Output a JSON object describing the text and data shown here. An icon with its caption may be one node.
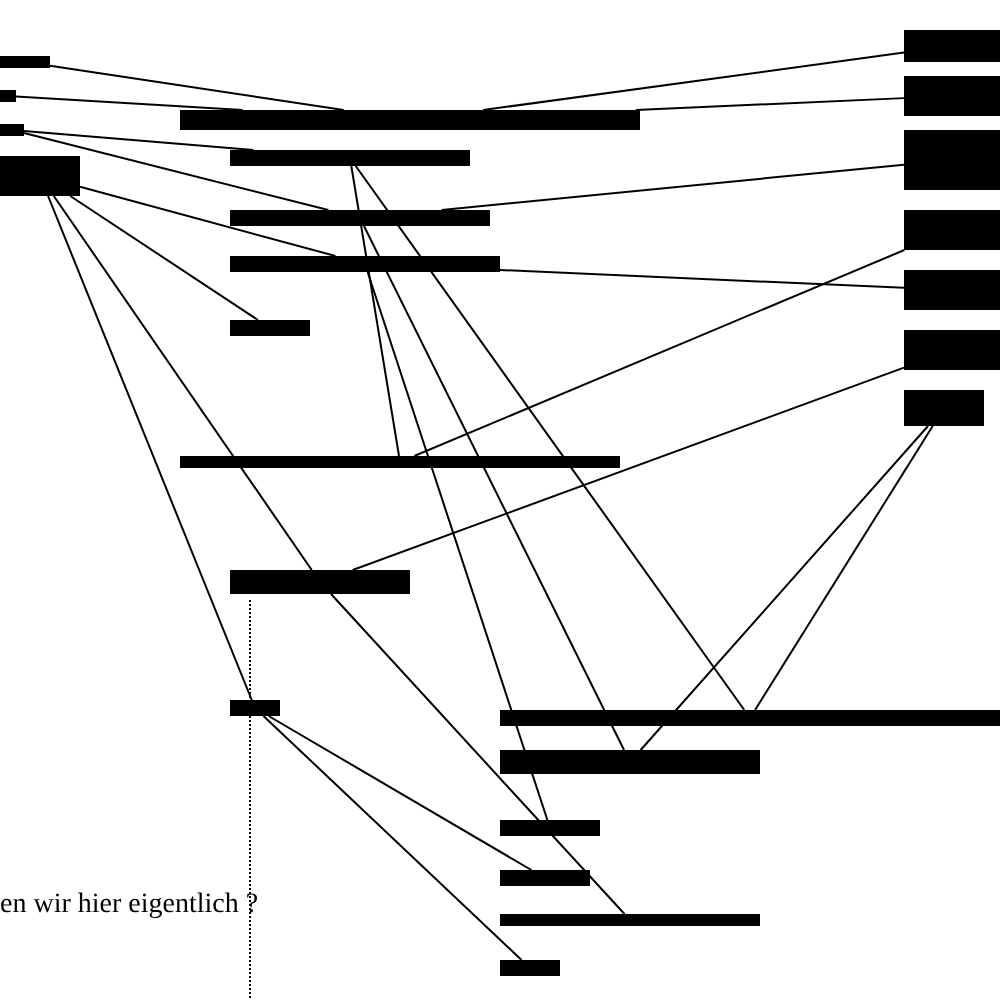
{
  "diagram": {
    "nodes": [
      {
        "text": [],
        "shape": "bar"
      },
      {
        "text": [],
        "shape": "bar"
      },
      {
        "text": [],
        "shape": "bar"
      },
      {
        "text": [],
        "shape": "bar"
      },
      {
        "text": [],
        "shape": "bar"
      },
      {
        "text": [],
        "shape": "bar"
      },
      {
        "text": [],
        "shape": "bar"
      },
      {
        "text": [],
        "shape": "bar"
      },
      {
        "text": [],
        "shape": "bar"
      },
      {
        "text": [],
        "shape": "bar"
      },
      {
        "text": [],
        "shape": "bar"
      },
      {
        "text": [],
        "shape": "bar"
      },
      {
        "text": [],
        "shape": "bar"
      },
      {
        "text": [],
        "shape": "bar"
      },
      {
        "text": [],
        "shape": "bar"
      },
      {
        "text": [],
        "shape": "bar"
      },
      {
        "text": [],
        "shape": "bar"
      },
      {
        "text": [],
        "shape": "bar"
      },
      {
        "text": [],
        "shape": "bar"
      },
      {
        "text": [],
        "shape": "bar"
      },
      {
        "text": [],
        "shape": "bar"
      },
      {
        "text": [],
        "shape": "bar"
      },
      {
        "text": [],
        "shape": "bar"
      },
      {
        "text": [],
        "shape": "bar"
      },
      {
        "text": [],
        "shape": "bar"
      }
    ],
    "edges": [
      {
        "from": 1,
        "to": 4,
        "arrow": "none"
      },
      {
        "from": 0,
        "to": 4,
        "arrow": "none"
      },
      {
        "from": 2,
        "to": 5,
        "arrow": "none"
      },
      {
        "from": 2,
        "to": 6,
        "arrow": "none"
      },
      {
        "from": 3,
        "to": 7,
        "arrow": "none"
      },
      {
        "from": 3,
        "to": 10,
        "arrow": "none"
      },
      {
        "from": 4,
        "to": 18,
        "arrow": "none"
      },
      {
        "from": 4,
        "to": 19,
        "arrow": "none"
      },
      {
        "from": 5,
        "to": 12,
        "arrow": "none"
      },
      {
        "from": 6,
        "to": 13,
        "arrow": "none"
      },
      {
        "from": 7,
        "to": 14,
        "arrow": "none"
      },
      {
        "from": 11,
        "to": 15,
        "arrow": "none"
      },
      {
        "from": 9,
        "to": 21,
        "arrow": "none"
      },
      {
        "from": 10,
        "to": 16,
        "arrow": "none"
      },
      {
        "from": 11,
        "to": 17,
        "arrow": "none"
      },
      {
        "from": 6,
        "to": 20,
        "arrow": "none"
      },
      {
        "from": 7,
        "to": 22,
        "arrow": "none"
      },
      {
        "from": 10,
        "to": 23,
        "arrow": "none"
      },
      {
        "from": 12,
        "to": 24,
        "arrow": "none"
      },
      {
        "from": 13,
        "to": 24,
        "arrow": "none"
      },
      {
        "from": 5,
        "to": 9,
        "arrow": "none"
      },
      {
        "from": 3,
        "to": 8,
        "arrow": "none"
      },
      {
        "from": 3,
        "to": 11,
        "arrow": "none"
      }
    ],
    "labels": [
      "en wir hier eigentlich ?"
    ]
  }
}
